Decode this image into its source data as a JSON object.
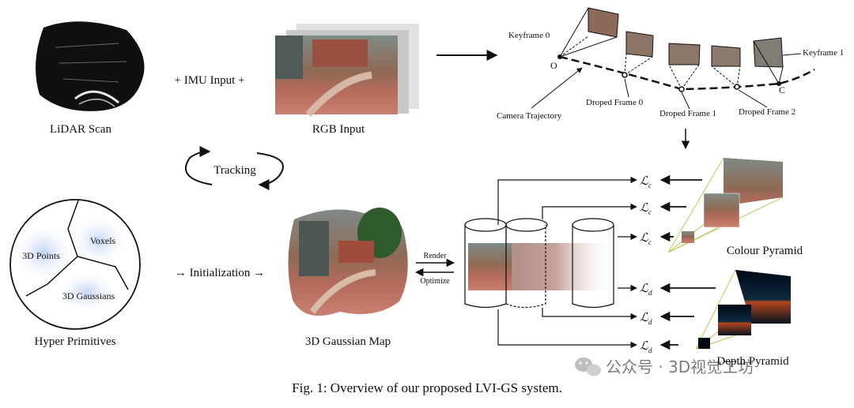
{
  "inputs": {
    "lidar_label": "LiDAR Scan",
    "imu_label": "+ IMU Input +",
    "rgb_label": "RGB Input"
  },
  "tracking_label": "Tracking",
  "trajectory": {
    "keyframe0": "Keyframe 0",
    "keyframe1": "Keyframe 1",
    "point_o": "O",
    "point_c": "C",
    "camera_trajectory": "Camera Trajectory",
    "dropped0": "Droped Frame 0",
    "dropped1": "Droped Frame 1",
    "dropped2": "Droped Frame 2"
  },
  "primitives": {
    "title": "Hyper Primitives",
    "points": "3D Points",
    "voxels": "Voxels",
    "gaussians": "3D Gaussians"
  },
  "initialization_label": "→ Initialization →",
  "map_label": "3D Gaussian Map",
  "render_label": "Render",
  "optimize_label": "Optimize",
  "losses": {
    "lc": "ℒ",
    "lc_sub": "c",
    "ld": "ℒ",
    "ld_sub": "d"
  },
  "colour_pyramid": "Colour Pyramid",
  "depth_pyramid": "Depth Pyramid",
  "caption": "Fig. 1: Overview of our proposed LVI-GS system.",
  "watermark": "公众号 · 3D视觉工坊",
  "colors": {
    "line": "#111111",
    "pyramid": "#bcd36a",
    "blob": "#cfdcf3"
  }
}
